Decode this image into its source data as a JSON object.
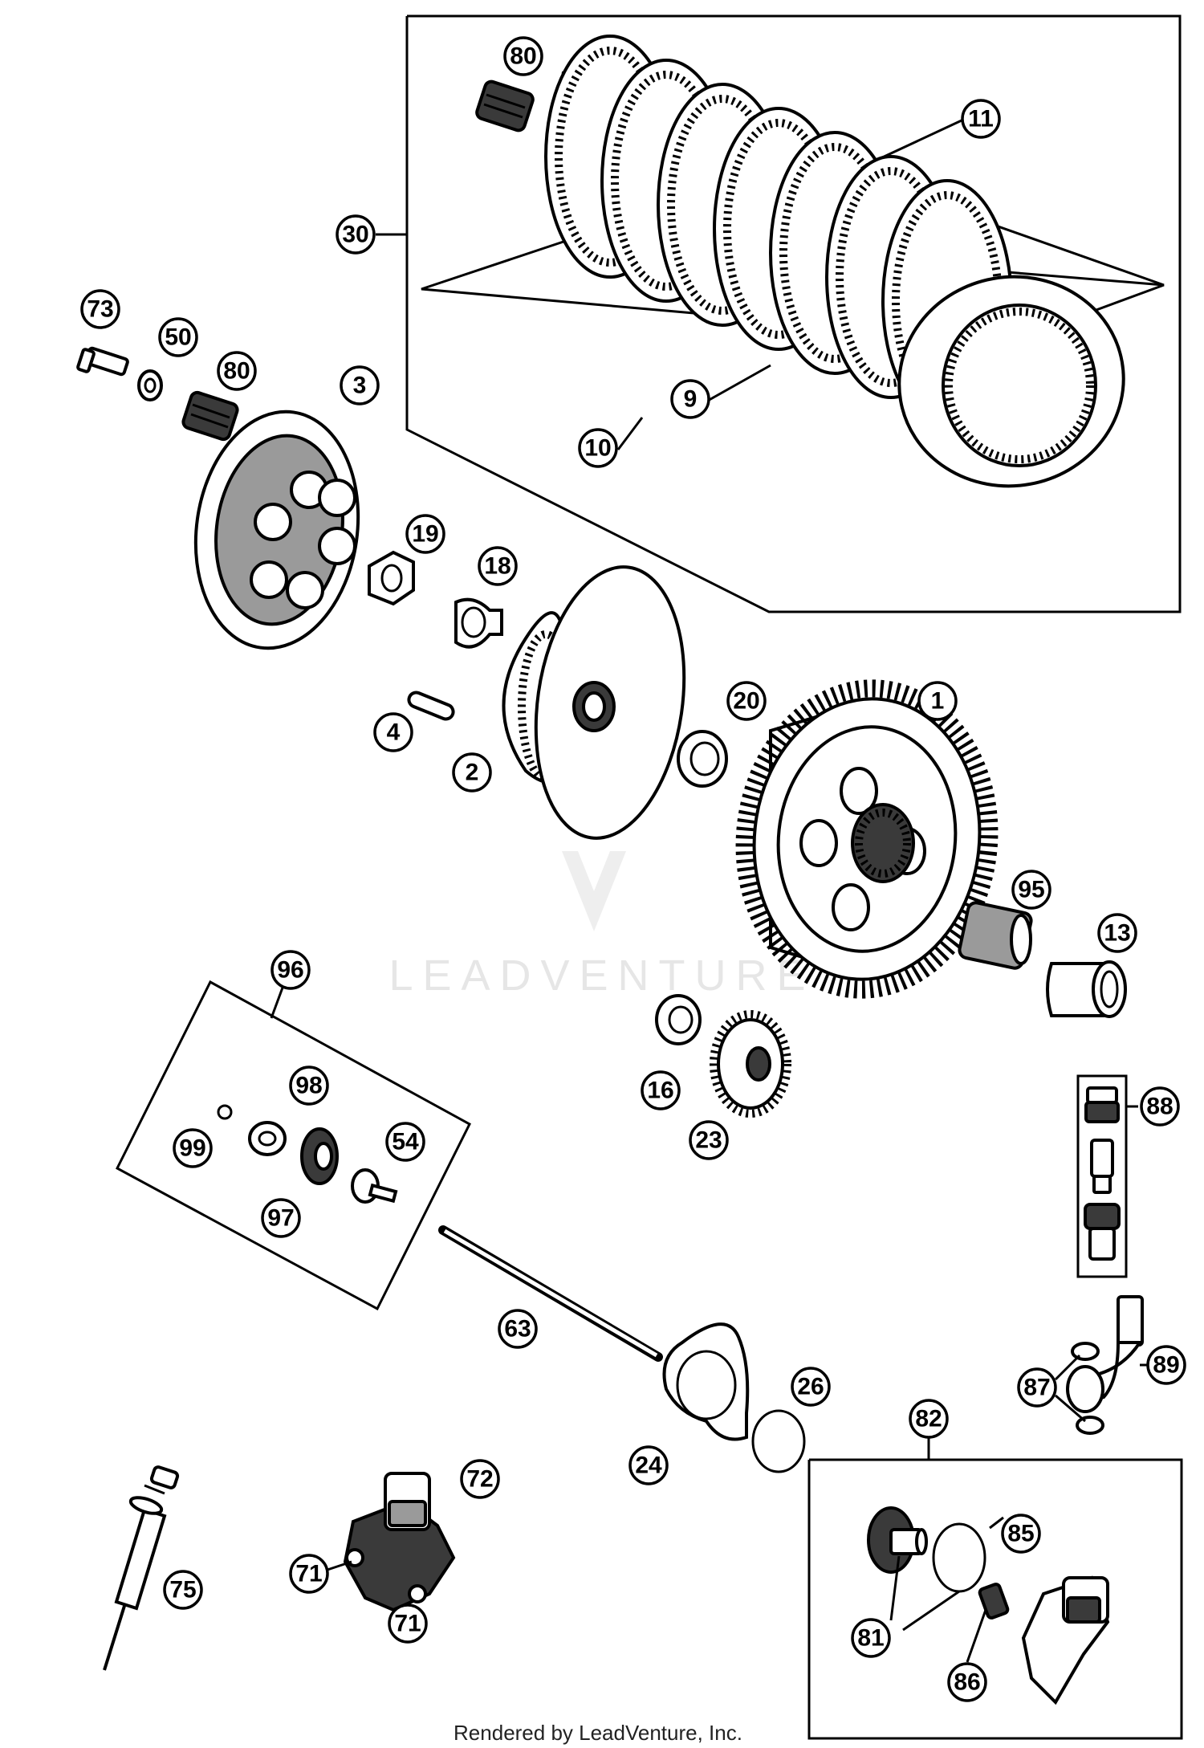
{
  "watermark": {
    "text": "LEADVENTURE"
  },
  "footer": {
    "text": "Rendered by LeadVenture, Inc."
  },
  "callouts": [
    {
      "label": "80"
    },
    {
      "label": "11"
    },
    {
      "label": "30"
    },
    {
      "label": "9"
    },
    {
      "label": "10"
    },
    {
      "label": "73"
    },
    {
      "label": "50"
    },
    {
      "label": "80"
    },
    {
      "label": "3"
    },
    {
      "label": "19"
    },
    {
      "label": "18"
    },
    {
      "label": "4"
    },
    {
      "label": "2"
    },
    {
      "label": "20"
    },
    {
      "label": "1"
    },
    {
      "label": "95"
    },
    {
      "label": "13"
    },
    {
      "label": "96"
    },
    {
      "label": "98"
    },
    {
      "label": "99"
    },
    {
      "label": "54"
    },
    {
      "label": "97"
    },
    {
      "label": "16"
    },
    {
      "label": "23"
    },
    {
      "label": "88"
    },
    {
      "label": "63"
    },
    {
      "label": "26"
    },
    {
      "label": "24"
    },
    {
      "label": "87"
    },
    {
      "label": "89"
    },
    {
      "label": "82"
    },
    {
      "label": "72"
    },
    {
      "label": "71"
    },
    {
      "label": "71"
    },
    {
      "label": "75"
    },
    {
      "label": "85"
    },
    {
      "label": "81"
    },
    {
      "label": "86"
    }
  ]
}
